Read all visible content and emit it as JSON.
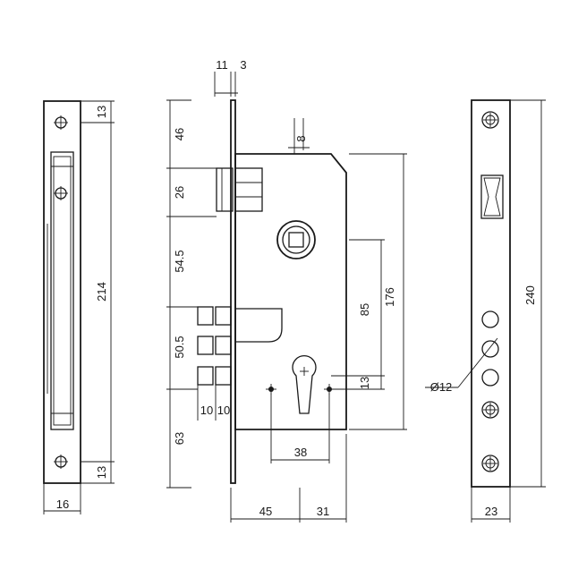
{
  "left_view": {
    "dim_top": "13",
    "dim_height": "214",
    "dim_bottom": "13",
    "dim_width": "16"
  },
  "center_view": {
    "dim_faceplate": "11",
    "dim_gap": "3",
    "dim_46": "46",
    "dim_26": "26",
    "dim_54_5": "54.5",
    "dim_50_5": "50.5",
    "dim_63": "63",
    "dim_8": "8",
    "dim_85": "85",
    "dim_176": "176",
    "dim_13": "13",
    "dim_10a": "10",
    "dim_10b": "10",
    "dim_38": "38",
    "dim_45": "45",
    "dim_31": "31"
  },
  "right_view": {
    "dim_240": "240",
    "dim_hole": "Ø12",
    "dim_width": "23"
  }
}
